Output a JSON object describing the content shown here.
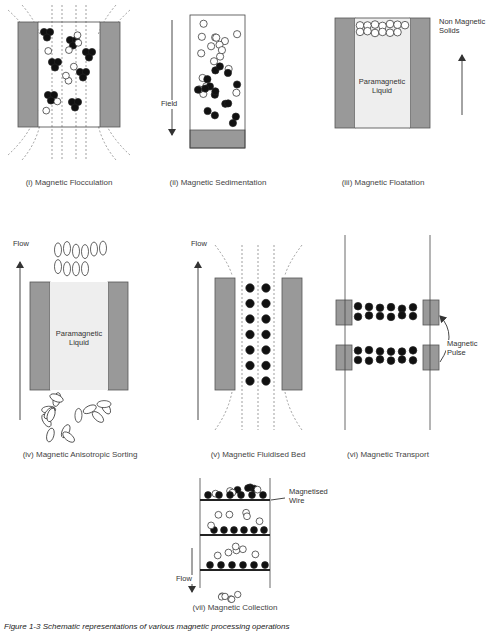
{
  "diagram": {
    "caption": "Figure 1-3 Schematic representations of various magnetic processing operations",
    "labels": [
      "Field",
      "Non Magnetic Solids",
      "Paramagnetic Liquid",
      "(i) Magnetic Flocculation",
      "(ii) Magnetic Sedimentation",
      "(iii) Magnetic Floatation",
      "Flow",
      "Paramagnetic Liquid",
      "Flow",
      "Magnetic Pulse",
      "(iv) Magnetic Anisotropic Sorting",
      "(v) Magnetic Fluidised Bed",
      "(vi) Magnetic Transport",
      "Magnetised Wire",
      "Flow",
      "(vii) Magnetic Collection"
    ]
  }
}
